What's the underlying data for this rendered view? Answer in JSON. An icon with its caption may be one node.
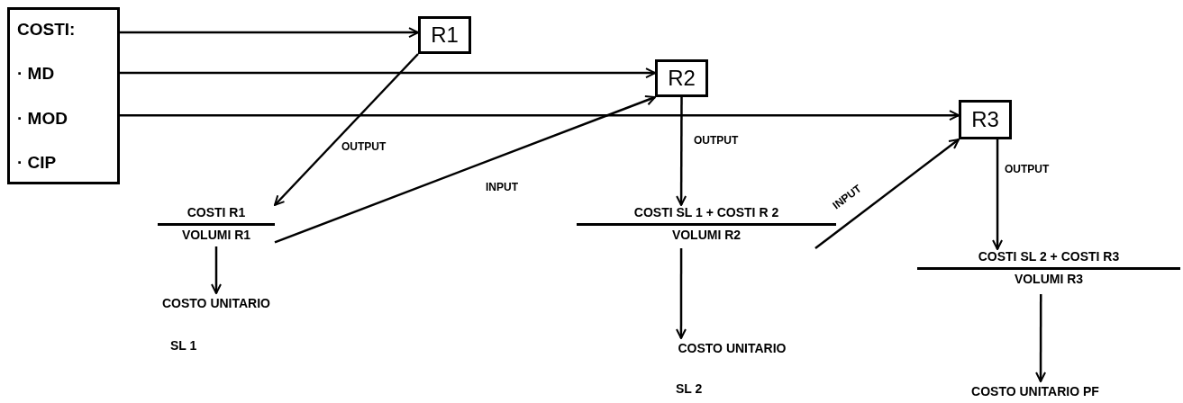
{
  "diagram": {
    "nodes": [
      {
        "text": [
          "COSTI:",
          "· MD",
          "· MOD",
          "· CIP"
        ]
      },
      {
        "text": [
          "R1"
        ]
      },
      {
        "text": [
          "R2"
        ]
      },
      {
        "text": [
          "R3"
        ]
      },
      {
        "text": [
          "COSTI R1",
          "VOLUMI R1"
        ]
      },
      {
        "text": [
          "COSTO UNITARIO"
        ],
        "beside": [
          "SL 1"
        ]
      },
      {
        "text": [
          "COSTI SL 1 + COSTI R 2",
          "VOLUMI R2"
        ]
      },
      {
        "text": [
          "COSTO UNITARIO"
        ],
        "beside": [
          "SL 2"
        ]
      },
      {
        "text": [
          "COSTI SL 2 + COSTI R3",
          "VOLUMI R3"
        ]
      },
      {
        "text": [
          "COSTO UNITARIO PF"
        ]
      }
    ],
    "edges": [
      {
        "from": 0,
        "to": 1,
        "arrow": "to"
      },
      {
        "from": 0,
        "to": 2,
        "arrow": "to"
      },
      {
        "from": 0,
        "to": 3,
        "arrow": "to"
      },
      {
        "from": 1,
        "to": 4,
        "arrow": "to",
        "label": "OUTPUT"
      },
      {
        "from": 4,
        "to": 2,
        "arrow": "to",
        "label": "INPUT"
      },
      {
        "from": 4,
        "to": 5,
        "arrow": "to"
      },
      {
        "from": 2,
        "to": 6,
        "arrow": "to",
        "label": "OUTPUT"
      },
      {
        "from": 6,
        "to": 7,
        "arrow": "to"
      },
      {
        "from": 6,
        "to": 3,
        "arrow": "to",
        "label": "INPUT"
      },
      {
        "from": 3,
        "to": 8,
        "arrow": "to",
        "label": "OUTPUT"
      },
      {
        "from": 8,
        "to": 9,
        "arrow": "to"
      }
    ]
  }
}
